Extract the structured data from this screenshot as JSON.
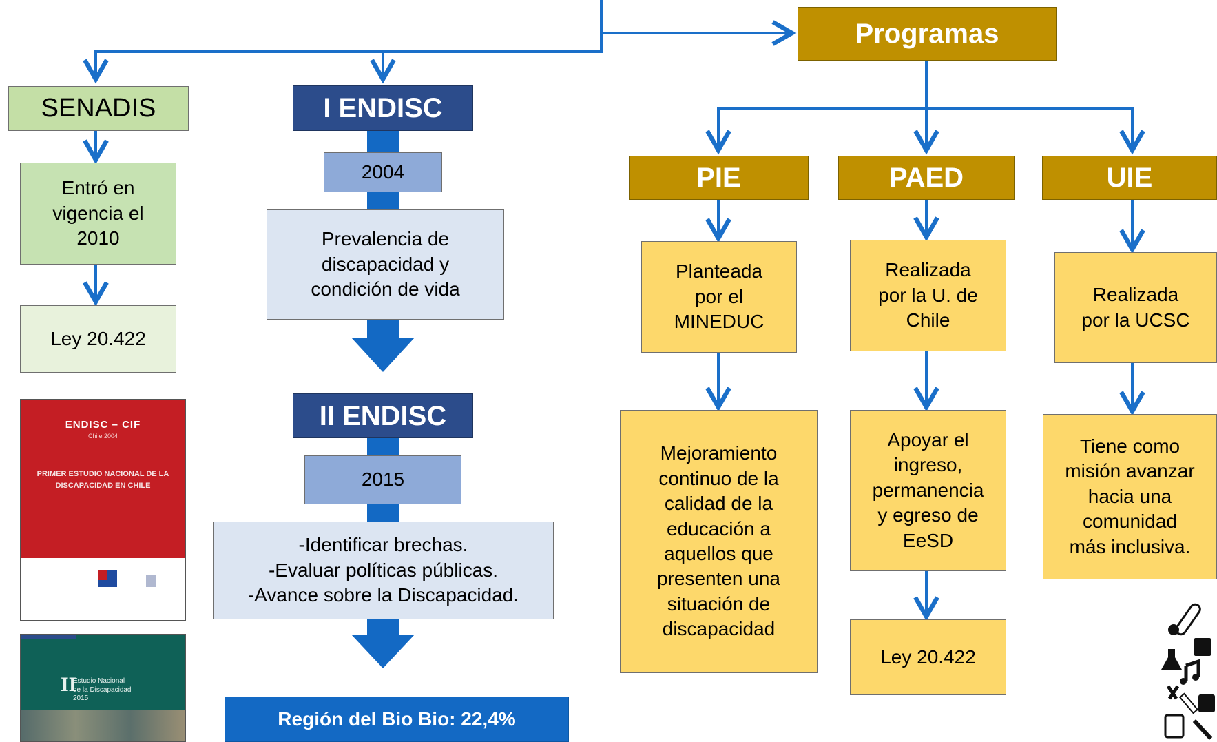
{
  "senadis": {
    "title": "SENADIS",
    "vigencia": "Entró en\nvigencia el\n2010",
    "ley": "Ley 20.422"
  },
  "endisc1": {
    "title": "I ENDISC",
    "year": "2004",
    "description": "Prevalencia de\ndiscapacidad y\ncondición de vida"
  },
  "endisc2": {
    "title": "II ENDISC",
    "year": "2015",
    "description": "-Identificar brechas.\n-Evaluar políticas públicas.\n-Avance sobre la Discapacidad.",
    "result": "Región del Bio Bio:  22,4%"
  },
  "programas": {
    "title": "Programas",
    "pie": {
      "title": "PIE",
      "by": "Planteada\npor el\nMINEDUC",
      "goal": "Mejoramiento\ncontinuo de la\ncalidad de la\neducación a\naquellos que\npresenten una\nsituación de\ndiscapacidad"
    },
    "paed": {
      "title": "PAED",
      "by": "Realizada\npor la U. de\nChile",
      "goal": "Apoyar el\ningreso,\npermanencia\ny egreso de\nEeSD",
      "ley": "Ley 20.422"
    },
    "uie": {
      "title": "UIE",
      "by": "Realizada\npor la UCSC",
      "goal": "Tiene como\nmisión avanzar\nhacia una\ncomunidad\nmás inclusiva."
    }
  },
  "covers": {
    "cover1_title": "ENDISC – CIF",
    "cover1_sub": "Chile 2004",
    "cover1_text": "PRIMER ESTUDIO NACIONAL\nDE LA DISCAPACIDAD EN CHILE",
    "cover2_numeral": "II",
    "cover2_text": "Estudio Nacional\nde la Discapacidad\n2015"
  },
  "colors": {
    "connector": "#1a6fc9",
    "gold": "#bf9000",
    "navy": "#2c4c8b",
    "yellow": "#fdd86b"
  }
}
